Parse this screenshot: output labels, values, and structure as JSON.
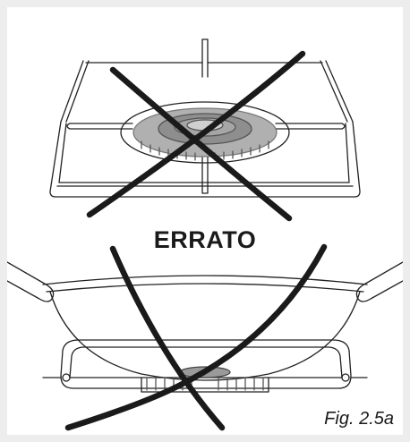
{
  "label": "ERRATO",
  "caption": "Fig. 2.5a",
  "colors": {
    "background": "#ededed",
    "panel": "#ffffff",
    "line": "#222222",
    "cross": "#1a1a1a",
    "burner_ring": "#9a9a9a"
  },
  "icons": [
    "gas-burner-with-pan-support",
    "wok-pan",
    "cross-mark"
  ]
}
